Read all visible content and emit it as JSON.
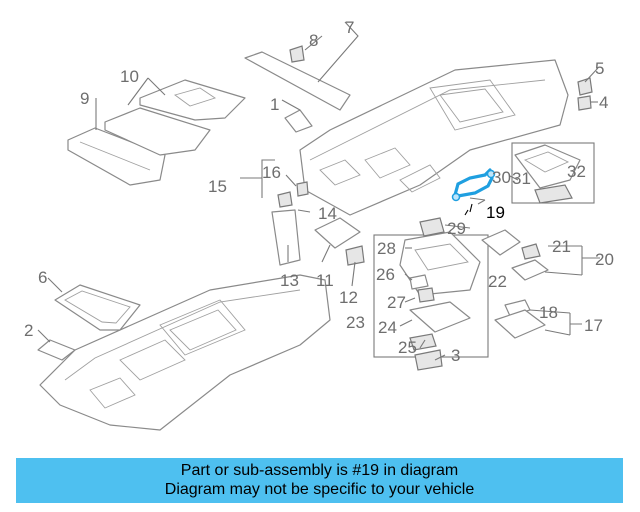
{
  "callouts": {
    "c1": "1",
    "c2": "2",
    "c3": "3",
    "c4": "4",
    "c5": "5",
    "c6": "6",
    "c7": "7",
    "c8": "8",
    "c9": "9",
    "c10": "10",
    "c11": "11",
    "c12": "12",
    "c13": "13",
    "c14": "14",
    "c15": "15",
    "c16": "16",
    "c17": "17",
    "c18": "18",
    "c19": "19",
    "c20": "20",
    "c21": "21",
    "c22": "22",
    "c23": "23",
    "c24": "24",
    "c25": "25",
    "c26": "26",
    "c27": "27",
    "c28": "28",
    "c29": "29",
    "c30": "30",
    "c31": "31",
    "c32": "32"
  },
  "highlight": {
    "part_number": "19",
    "color": "#1f9fe0"
  },
  "banner": {
    "line1": "Part or sub-assembly is #19 in diagram",
    "line2": "Diagram may not be specific to your vehicle",
    "background": "#4ec0f0"
  }
}
